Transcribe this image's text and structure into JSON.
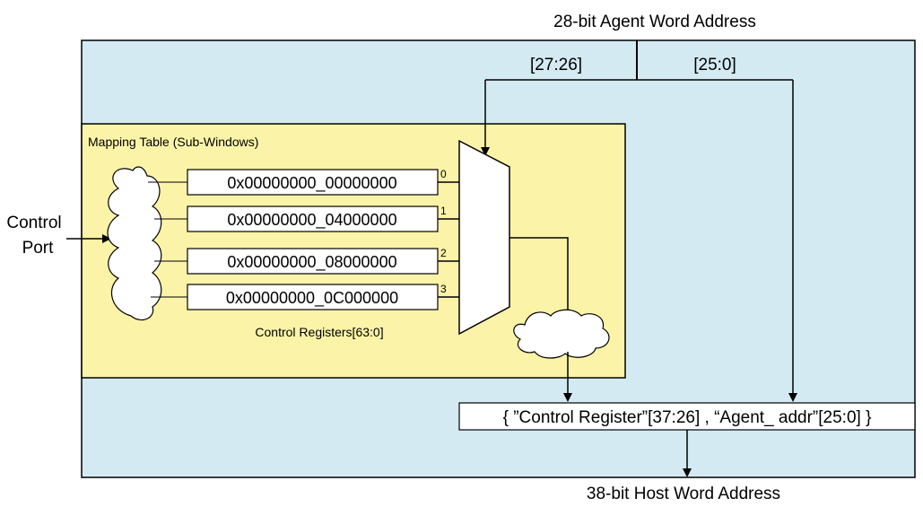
{
  "diagram": {
    "agent_address_label": "28-bit Agent Word Address",
    "bits_high_label": "[27:26]",
    "bits_low_label": "[25:0]",
    "mapping_table_label": "Mapping Table (Sub-Windows)",
    "control_port_label_line1": "Control",
    "control_port_label_line2": "Port",
    "registers": [
      {
        "value": "0x00000000_00000000",
        "index": "0"
      },
      {
        "value": "0x00000000_04000000",
        "index": "1"
      },
      {
        "value": "0x00000000_08000000",
        "index": "2"
      },
      {
        "value": "0x00000000_0C000000",
        "index": "3"
      }
    ],
    "control_registers_label": "Control Registers[63:0]",
    "concat_label": "{ ”Control Register”[37:26] , “Agent_ addr”[25:0] }",
    "host_address_label": "38-bit Host Word Address",
    "colors": {
      "outer_fill": "#d4eaf2",
      "mapping_fill": "#fbf4a8",
      "stroke": "#000000",
      "box_fill": "#ffffff"
    }
  }
}
